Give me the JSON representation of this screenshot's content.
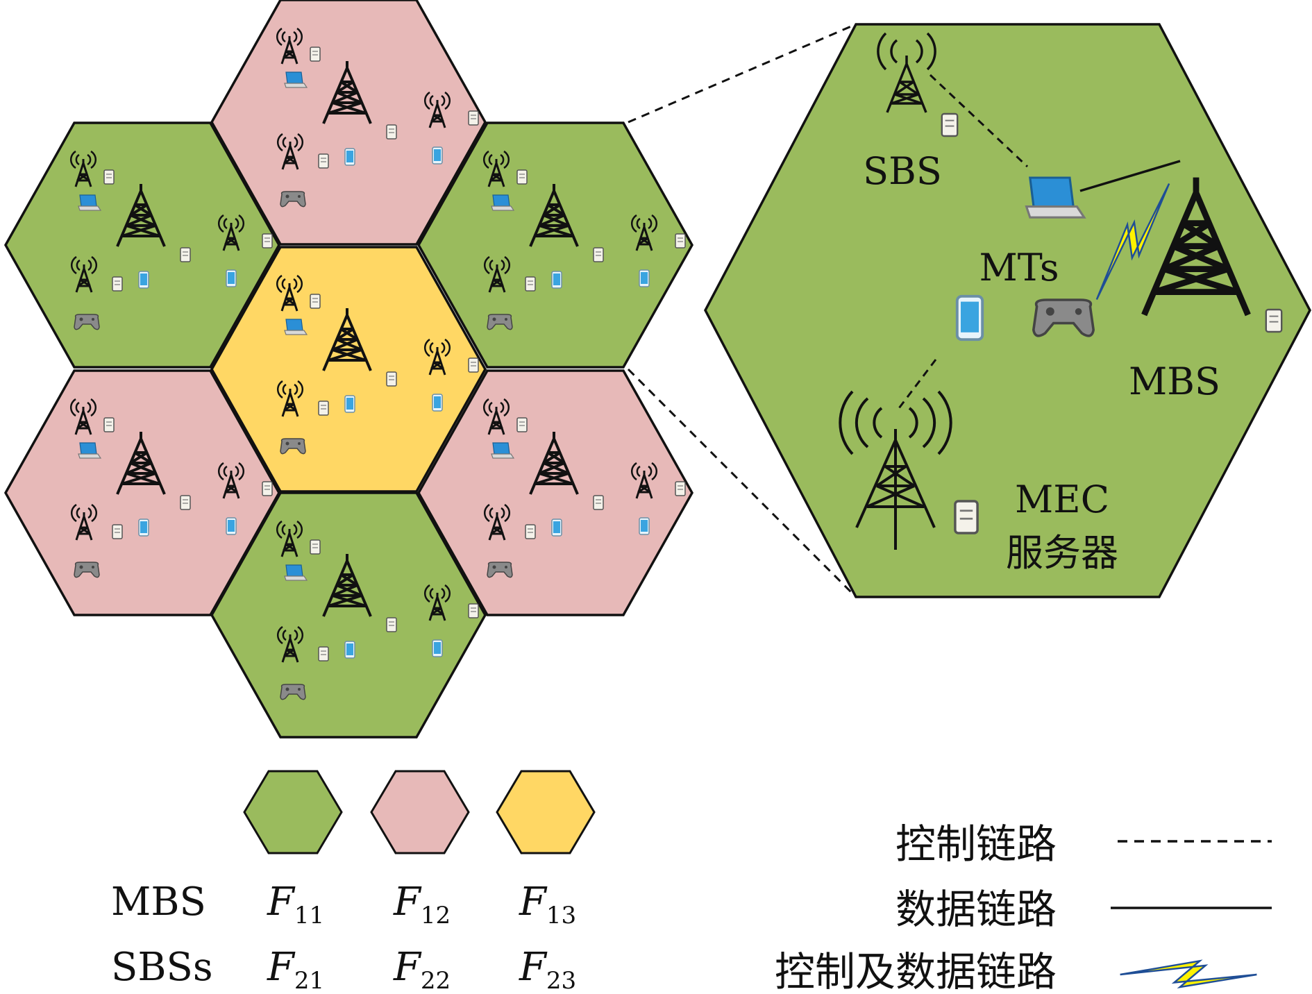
{
  "colors": {
    "f1": "#9ABB5D",
    "f2": "#E7B9B8",
    "f3": "#FFD764",
    "stroke": "#111111",
    "bolt_fill": "#FFF200",
    "bolt_edge": "#1F4E96"
  },
  "cells": [
    {
      "id": "top",
      "group": "f2"
    },
    {
      "id": "upper-left",
      "group": "f1"
    },
    {
      "id": "upper-right",
      "group": "f1"
    },
    {
      "id": "center",
      "group": "f3"
    },
    {
      "id": "lower-left",
      "group": "f2"
    },
    {
      "id": "lower-right",
      "group": "f2"
    },
    {
      "id": "bottom",
      "group": "f1"
    }
  ],
  "zoom": {
    "sbs_label": "SBS",
    "mts_label": "MTs",
    "mbs_label": "MBS",
    "mec_label_line1": "MEC",
    "mec_label_line2": "服务器"
  },
  "legend": {
    "row_mbs": "MBS",
    "row_sbs": "SBSs",
    "freq_mbs": [
      {
        "main": "F",
        "sub": "11"
      },
      {
        "main": "F",
        "sub": "12"
      },
      {
        "main": "F",
        "sub": "13"
      }
    ],
    "freq_sbs": [
      {
        "main": "F",
        "sub": "21"
      },
      {
        "main": "F",
        "sub": "22"
      },
      {
        "main": "F",
        "sub": "23"
      }
    ],
    "links": {
      "control": "控制链路",
      "data": "数据链路",
      "both": "控制及数据链路"
    }
  },
  "icons": [
    "tower-icon",
    "server-icon",
    "phone-icon",
    "laptop-icon",
    "gamepad-icon",
    "lightning-icon"
  ]
}
